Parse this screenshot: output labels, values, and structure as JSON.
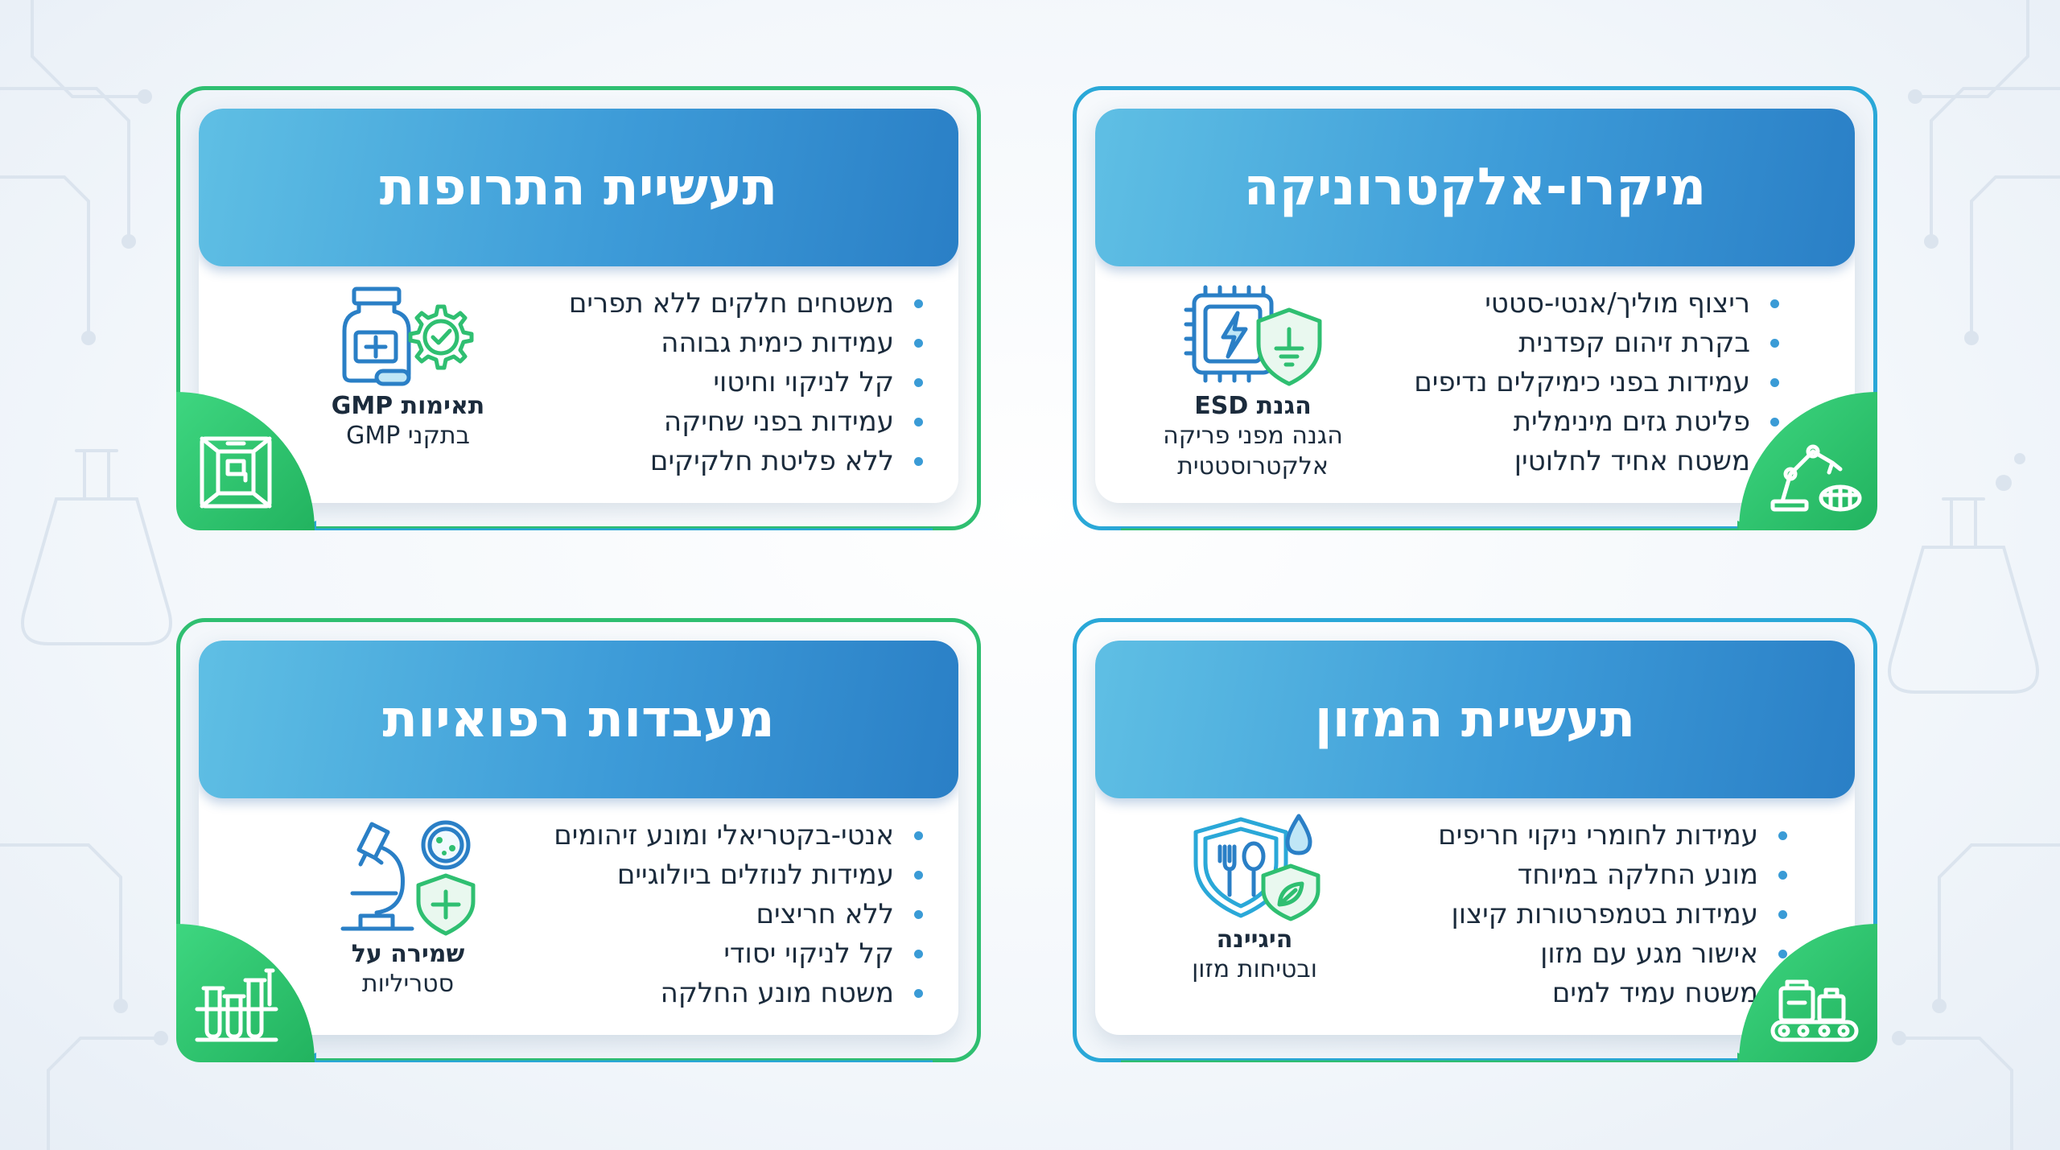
{
  "colors": {
    "header_start": "#5fbfe4",
    "header_end": "#2a7fc6",
    "accent_green": "#2fbf71",
    "accent_blue": "#2aa8d8",
    "text": "#1b2b3c"
  },
  "panels": {
    "microelectronics": {
      "title": "מיקרו-אלקטרוניקה",
      "bullets": [
        "ריצוף מוליך/אנטי-סטטי",
        "בקרת זיהום קפדנית",
        "עמידות בפני כימיקלים נדיפים",
        "פליטת גזים מינימלית",
        "משטח אחיד לחלוטין"
      ],
      "feature_title": "הגנת ESD",
      "feature_sub": "הגנה מפני פריקה\nאלקטרוסטטית",
      "feature_icon": "chip-lightning-shield-icon",
      "corner_icon": "robot-arm-icon"
    },
    "pharma": {
      "title": "תעשיית התרופות",
      "bullets": [
        "משטחים חלקים ללא תפרים",
        "עמידות כימית גבוהה",
        "קל לניקוי וחיטוי",
        "עמידות בפני שחיקה",
        "ללא פליטת חלקיקים"
      ],
      "feature_title": "תאימות GMP",
      "feature_sub": "בתקני GMP",
      "feature_icon": "pill-bottle-gear-icon",
      "corner_icon": "cleanroom-icon"
    },
    "food": {
      "title": "תעשיית המזון",
      "bullets": [
        "עמידות לחומרי ניקוי חריפים",
        "מונע החלקה במיוחד",
        "עמידות בטמפרטורות קיצון",
        "אישור מגע עם מזון",
        "משטח עמיד למים"
      ],
      "feature_title": "היגיינה",
      "feature_sub": "ובטיחות מזון",
      "feature_icon": "food-safety-shield-icon",
      "corner_icon": "conveyor-icon"
    },
    "medical": {
      "title": "מעבדות רפואיות",
      "bullets": [
        "אנטי-בקטריאלי ומונע זיהומים",
        "עמידות לנוזלים ביולוגיים",
        "ללא חריצים",
        "קל לניקוי יסודי",
        "משטח מונע החלקה"
      ],
      "feature_title": "שמירה על",
      "feature_sub": "סטריליות",
      "feature_icon": "microscope-shield-icon",
      "corner_icon": "test-tubes-icon"
    }
  }
}
